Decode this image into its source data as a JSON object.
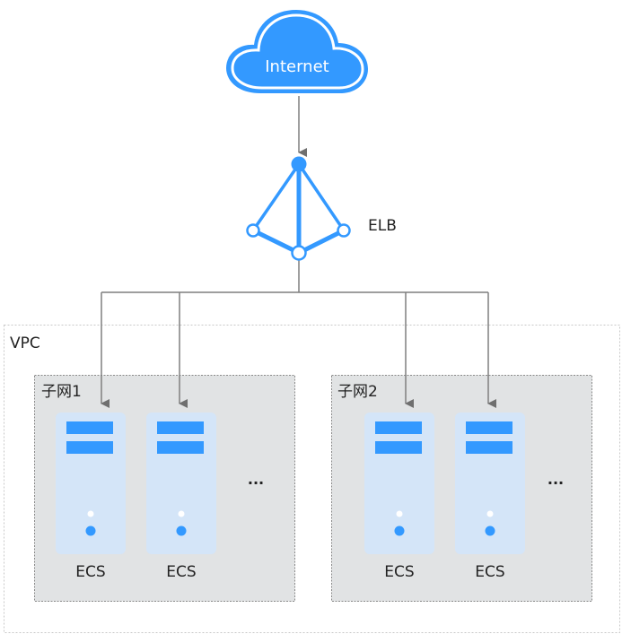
{
  "diagram": {
    "internet": {
      "label": "Internet",
      "icon": "cloud-icon"
    },
    "elb": {
      "label": "ELB",
      "icon": "load-balancer-icon"
    },
    "vpc": {
      "label": "VPC"
    },
    "subnets": [
      {
        "label": "子网1",
        "servers": [
          {
            "label": "ECS"
          },
          {
            "label": "ECS"
          }
        ],
        "more": "..."
      },
      {
        "label": "子网2",
        "servers": [
          {
            "label": "ECS"
          },
          {
            "label": "ECS"
          }
        ],
        "more": "..."
      }
    ],
    "colors": {
      "accent": "#3399ff",
      "server_bg": "#d4e5f8",
      "subnet_bg": "#e1e3e4",
      "line": "#7f7f7f",
      "border": "#bbbbbb"
    }
  }
}
